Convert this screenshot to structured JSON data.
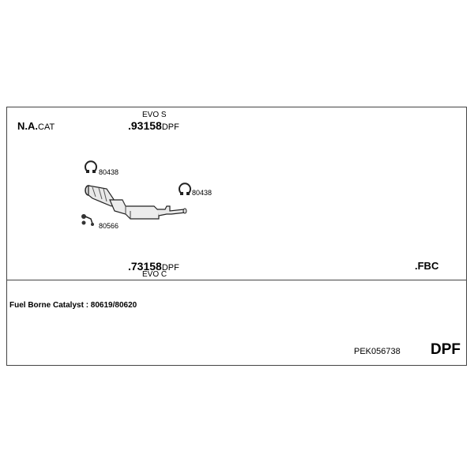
{
  "header": {
    "na_cat_bold": "N.A.",
    "na_cat_suffix": "CAT",
    "evo_top": "EVO S",
    "part_top_number": ".93158",
    "part_top_suffix": "DPF"
  },
  "footer_row": {
    "part_bottom_number": ".73158",
    "part_bottom_suffix": "DPF",
    "evo_bottom": "EVO C",
    "fbc": ".FBC"
  },
  "diagram": {
    "clamp_label_1": "80438",
    "clamp_label_2": "80438",
    "bracket_label": "80566"
  },
  "info": {
    "fuel_borne_catalyst": "Fuel Borne Catalyst : 80619/80620",
    "kit_number": "PEK056738",
    "kit_type": "DPF"
  }
}
